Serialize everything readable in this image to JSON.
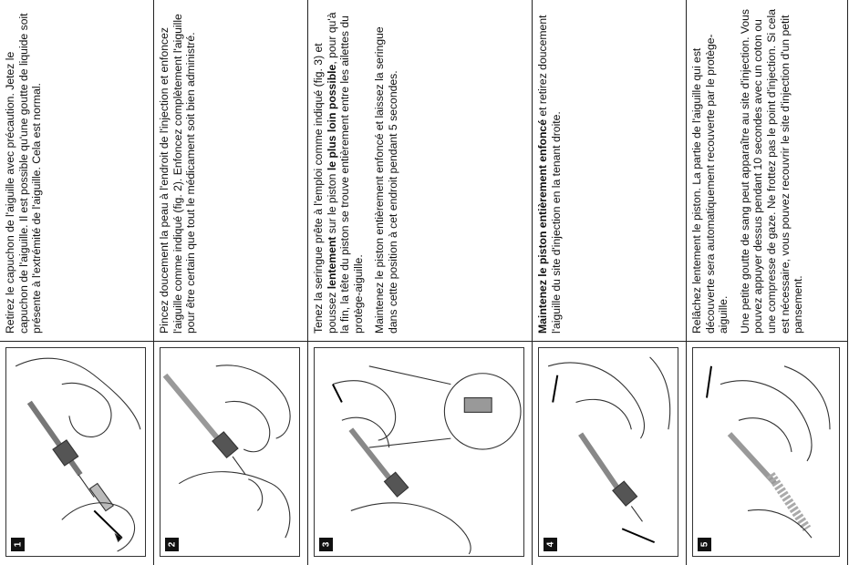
{
  "steps": [
    {
      "number": "1",
      "paragraphs": [
        "Retirez le capuchon de l'aiguille avec précaution. Jetez le capuchon de l'aiguille. Il est possible qu'une goutte de liquide soit présente à l'extrémité de l'aiguille. Cela est normal."
      ]
    },
    {
      "number": "2",
      "paragraphs": [
        "Pincez doucement la peau à l'endroit de l'injection et enfoncez l'aiguille comme indiqué (fig. 2). Enfoncez complètement l'aiguille pour être certain que tout le médicament soit bien administré."
      ]
    },
    {
      "number": "3",
      "p1_before": "Tenez la seringue prête à l'emploi comme indiqué (fig. 3) et poussez ",
      "p1_bold1": "lentement",
      "p1_mid": " sur le piston ",
      "p1_bold2": "le plus loin possible",
      "p1_after": ", pour qu'à la fin, la tête du piston se trouve entièrement entre les ailettes du protège-aiguille.",
      "p2": "Maintenez le piston entièrement enfoncé et laissez la seringue dans cette position à cet endroit pendant 5 secondes."
    },
    {
      "number": "4",
      "bold": "Maintenez le piston entièrement enfoncé",
      "rest": " et retirez doucement l'aiguille du site d'injection en la tenant droite."
    },
    {
      "number": "5",
      "p1": "Relâchez lentement le piston. La partie de l'aiguille qui est découverte sera automatiquement recouverte par le protège-aiguille.",
      "p2": "Une petite goutte de sang peut apparaître au site d'injection. Vous pouvez appuyer dessus pendant 10 secondes avec un coton ou une compresse de gaze. Ne frottez pas le point d'injection. Si cela est nécessaire, vous pouvez recouvrir le site d'injection d'un petit pansement."
    }
  ]
}
